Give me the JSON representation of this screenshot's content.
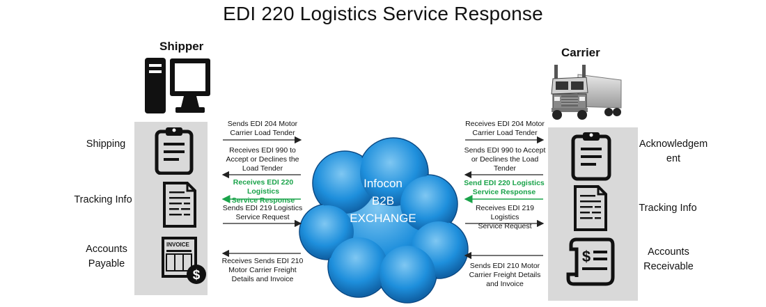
{
  "title": "EDI 220 Logistics Service Response",
  "shipper": {
    "label": "Shipper",
    "items": [
      "Shipping",
      "Tracking Info",
      "Accounts\nPayable"
    ]
  },
  "carrier": {
    "label": "Carrier",
    "items": [
      "Acknowledgem\nent",
      "Tracking Info",
      "Accounts\nReceivable"
    ]
  },
  "exchange": {
    "line1": "Infocon",
    "line2": "B2B",
    "line3": "EXCHANGE"
  },
  "left_messages": [
    "Sends EDI 204 Motor\nCarrier Load Tender",
    "Receives EDI 990 to\nAccept or Declines the\nLoad Tender",
    "Receives EDI 220 Logistics\nService Response",
    "Sends EDI 219 Logistics\nService Request",
    "Receives Sends EDI 210\nMotor Carrier Freight\nDetails and Invoice"
  ],
  "right_messages": [
    "Receives EDI 204 Motor\nCarrier Load Tender",
    "Sends EDI 990 to Accept\nor Declines the Load\nTender",
    "Send EDI 220 Logistics\nService Response",
    "Receives EDI 219 Logistics\nService Request",
    "Sends EDI 210 Motor\nCarrier Freight Details\nand Invoice"
  ],
  "invoice_label": "INVOICE",
  "colors": {
    "accent_green": "#1aa34a",
    "cloud_blue": "#1e8fdc",
    "panel_gray": "#d9d9d9",
    "icon_black": "#111111"
  }
}
